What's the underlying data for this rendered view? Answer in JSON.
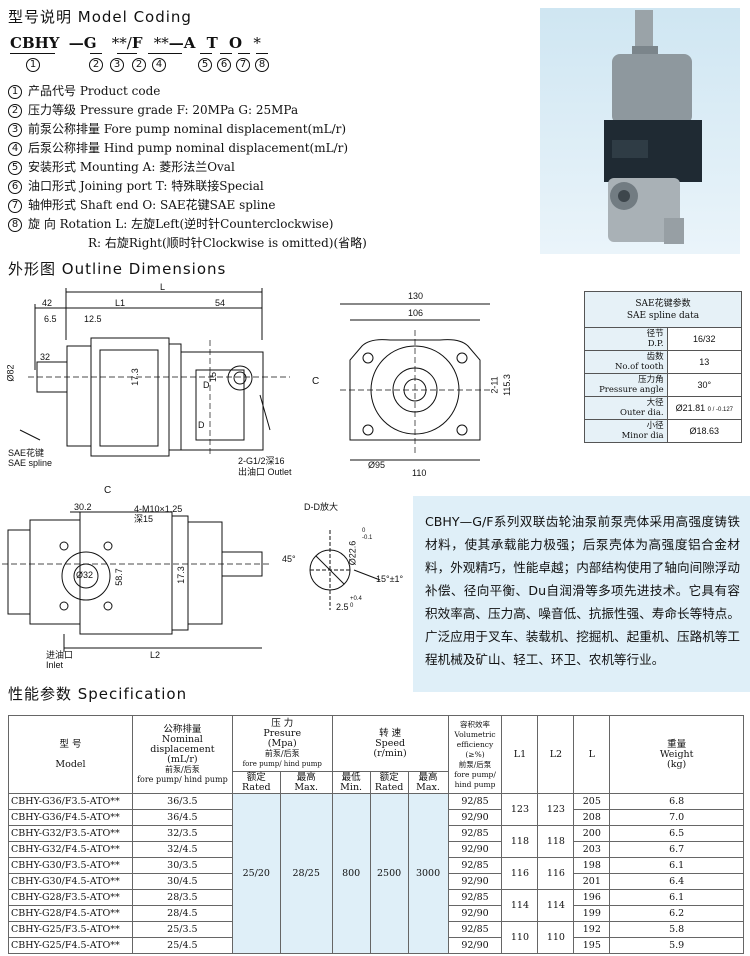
{
  "coding": {
    "title": "型号说明  Model Coding",
    "code_parts": [
      "CBHY",
      "—",
      "G",
      "**/",
      "F",
      "**",
      "—",
      "A",
      "T",
      "O",
      "*"
    ],
    "code_nums": [
      "1",
      "2",
      "3",
      "2",
      "4",
      "5",
      "6",
      "7",
      "8"
    ],
    "items": [
      {
        "n": "1",
        "text": "产品代号 Product code"
      },
      {
        "n": "2",
        "text": "压力等级 Pressure grade F: 20MPa G: 25MPa"
      },
      {
        "n": "3",
        "text": "前泵公称排量 Fore pump nominal displacement(mL/r)"
      },
      {
        "n": "4",
        "text": "后泵公称排量 Hind pump nominal displacement(mL/r)"
      },
      {
        "n": "5",
        "text": "安装形式 Mounting A: 菱形法兰Oval"
      },
      {
        "n": "6",
        "text": "油口形式 Joining port  T: 特殊联接Special"
      },
      {
        "n": "7",
        "text": "轴伸形式 Shaft end  O: SAE花键SAE spline"
      },
      {
        "n": "8",
        "text": "旋      向 Rotation  L: 左旋Left(逆时针Counterclockwise)"
      }
    ],
    "rotation_right": "R: 右旋Right(顺时针Clockwise is omitted)(省略)"
  },
  "outline": {
    "title": "外形图  Outline Dimensions",
    "side_dims": [
      "L",
      "42",
      "L1",
      "54",
      "6.5",
      "12.5",
      "32",
      "Ø82",
      "17.3",
      "D",
      "15",
      "D"
    ],
    "side_labels": [
      "SAE花键",
      "SAE spline",
      "2-G1/2深16",
      "出油口 Outlet"
    ],
    "c_label": "C",
    "front_dims": [
      "130",
      "106",
      "2-11",
      "115.3",
      "Ø95",
      "110"
    ],
    "bottom_dims": [
      "30.2",
      "4-M10×1.25",
      "深15",
      "Ø32",
      "58.7",
      "17.3",
      "L2"
    ],
    "bottom_labels": [
      "进油口",
      "Inlet",
      "C"
    ],
    "dd": {
      "title": "D-D放大",
      "angle": "45°",
      "dia": "Ø22.6",
      "tol1": "0",
      "tol2": "-0.1",
      "angle2": "15°±1°",
      "w": "2.5",
      "wtol1": "+0.4",
      "wtol2": "0"
    }
  },
  "spline": {
    "title_cn": "SAE花键参数",
    "title_en": "SAE spline data",
    "rows": [
      {
        "cn": "径节",
        "en": "D.P.",
        "val": "16/32"
      },
      {
        "cn": "齿数",
        "en": "No.of tooth",
        "val": "13"
      },
      {
        "cn": "压力角",
        "en": "Pressure angle",
        "val": "30°"
      },
      {
        "cn": "大径",
        "en": "Outer dia.",
        "val": "Ø21.81"
      },
      {
        "cn": "小径",
        "en": "Minor dia",
        "val": "Ø18.63"
      }
    ],
    "outer_tol": "0 / -0.127"
  },
  "description": "CBHY—G/F系列双联齿轮油泵前泵壳体采用高强度铸铁材料，使其承载能力极强；后泵壳体为高强度铝合金材料，外观精巧，性能卓越；内部结构使用了轴向间隙浮动补偿、径向平衡、Du自润滑等多项先进技术。它具有容积效率高、压力高、噪音低、抗振性强、寿命长等特点。广泛应用于叉车、装载机、挖掘机、起重机、压路机等工程机械及矿山、轻工、环卫、农机等行业。",
  "spec": {
    "title": "性能参数  Specification",
    "headers": {
      "model_cn": "型    号",
      "model_en": "Model",
      "disp": "公称排量",
      "disp_en": "Nominal displacement",
      "disp_unit": "(mL/r)",
      "disp_sub": "前泵/后泵",
      "disp_sub_en": "fore pump/ hind pump",
      "pres_cn": "压    力",
      "pres_en": "Presure",
      "pres_unit": "(Mpa)",
      "pres_sub": "前泵/后泵",
      "pres_sub_en": "fore pump/ hind pump",
      "rated_cn": "额定",
      "rated_en": "Rated",
      "max_cn": "最高",
      "max_en": "Max.",
      "speed_cn": "转    速",
      "speed_en": "Speed",
      "speed_unit": "(r/min)",
      "min_cn": "最低",
      "min_en": "Min.",
      "eff_cn": "容积效率",
      "eff_en": "Volumetric efficiency",
      "eff_unit": "(≥%)",
      "eff_sub": "前泵/后泵",
      "eff_sub_en": "fore pump/ hind pump",
      "l1": "L1",
      "l2": "L2",
      "l": "L",
      "weight_cn": "重量",
      "weight_en": "Weight",
      "weight_unit": "(kg)"
    },
    "pressure_rated": "25/20",
    "pressure_max": "28/25",
    "speed_min": "800",
    "speed_rated": "2500",
    "speed_max": "3000",
    "rows": [
      {
        "model": "CBHY-G36/F3.5-ATO**",
        "disp": "36/3.5",
        "eff": "92/85",
        "L": "205",
        "w": "6.8"
      },
      {
        "model": "CBHY-G36/F4.5-ATO**",
        "disp": "36/4.5",
        "eff": "92/90",
        "L": "208",
        "w": "7.0"
      },
      {
        "model": "CBHY-G32/F3.5-ATO**",
        "disp": "32/3.5",
        "eff": "92/85",
        "L": "200",
        "w": "6.5"
      },
      {
        "model": "CBHY-G32/F4.5-ATO**",
        "disp": "32/4.5",
        "eff": "92/90",
        "L": "203",
        "w": "6.7"
      },
      {
        "model": "CBHY-G30/F3.5-ATO**",
        "disp": "30/3.5",
        "eff": "92/85",
        "L": "198",
        "w": "6.1"
      },
      {
        "model": "CBHY-G30/F4.5-ATO**",
        "disp": "30/4.5",
        "eff": "92/90",
        "L": "201",
        "w": "6.4"
      },
      {
        "model": "CBHY-G28/F3.5-ATO**",
        "disp": "28/3.5",
        "eff": "92/85",
        "L": "196",
        "w": "6.1"
      },
      {
        "model": "CBHY-G28/F4.5-ATO**",
        "disp": "28/4.5",
        "eff": "92/90",
        "L": "199",
        "w": "6.2"
      },
      {
        "model": "CBHY-G25/F3.5-ATO**",
        "disp": "25/3.5",
        "eff": "92/85",
        "L": "192",
        "w": "5.8"
      },
      {
        "model": "CBHY-G25/F4.5-ATO**",
        "disp": "25/4.5",
        "eff": "92/90",
        "L": "195",
        "w": "5.9"
      }
    ],
    "pairs": [
      {
        "l1": "123",
        "l2": "123"
      },
      {
        "l1": "118",
        "l2": "118"
      },
      {
        "l1": "116",
        "l2": "116"
      },
      {
        "l1": "114",
        "l2": "114"
      },
      {
        "l1": "110",
        "l2": "110"
      }
    ]
  }
}
